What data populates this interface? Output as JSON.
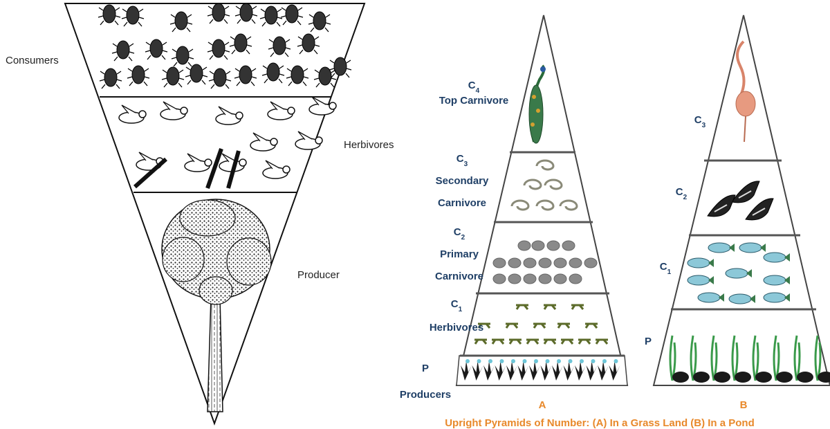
{
  "left_pyramid": {
    "labels": {
      "consumers": "Consumers",
      "herbivores": "Herbivores",
      "producer": "Producer"
    }
  },
  "pyramid_a": {
    "tiers": [
      {
        "code": "C",
        "sub": "4",
        "lines": [
          "Top Carnivore"
        ]
      },
      {
        "code": "C",
        "sub": "3",
        "lines": [
          "Secondary",
          "Carnivore"
        ]
      },
      {
        "code": "C",
        "sub": "2",
        "lines": [
          "Primary",
          "Carnivore"
        ]
      },
      {
        "code": "C",
        "sub": "1",
        "lines": [
          "Herbivores"
        ]
      },
      {
        "code": "P",
        "sub": "",
        "lines": [
          "Producers"
        ]
      }
    ],
    "letter": "A"
  },
  "pyramid_b": {
    "tiers": [
      {
        "code": "C",
        "sub": "3"
      },
      {
        "code": "C",
        "sub": "2"
      },
      {
        "code": "C",
        "sub": "1"
      },
      {
        "code": "P",
        "sub": ""
      }
    ],
    "letter": "B"
  },
  "caption": "Upright Pyramids of Number: (A) In a Grass Land (B) In a Pond",
  "colors": {
    "label_blue": "#1f3f66",
    "caption_orange": "#e8892b",
    "outline": "#333333"
  }
}
